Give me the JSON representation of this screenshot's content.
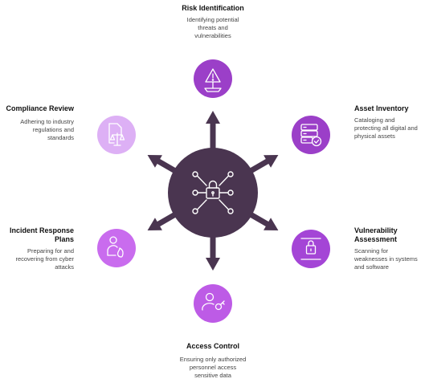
{
  "center": {
    "icon": "network-lock-icon"
  },
  "items": [
    {
      "key": "risk",
      "title": "Risk Identification",
      "desc": "Identifying potential threats and vulnerabilities",
      "icon": "warning-on-ship-icon",
      "color": "#9b3fc8"
    },
    {
      "key": "asset",
      "title": "Asset Inventory",
      "desc": "Cataloging and protecting all digital and physical assets",
      "icon": "server-check-icon",
      "color": "#9b3fc8"
    },
    {
      "key": "vuln",
      "title": "Vulnerability Assessment",
      "desc": "Scanning for weaknesses in systems and software",
      "icon": "scan-lock-icon",
      "color": "#a445d6"
    },
    {
      "key": "access",
      "title": "Access Control",
      "desc": "Ensuring only authorized personnel access sensitive data",
      "icon": "user-key-icon",
      "color": "#bd5be6"
    },
    {
      "key": "incident",
      "title": "Incident Response Plans",
      "desc": "Preparing for and recovering from cyber attacks",
      "icon": "person-fire-icon",
      "color": "#c96cee"
    },
    {
      "key": "compliance",
      "title": "Compliance Review",
      "desc": "Adhering to industry regulations and standards",
      "icon": "document-scales-icon",
      "color": "#ddb0f5"
    }
  ],
  "colors": {
    "hub": "#4a3550",
    "arrow": "#4a3550",
    "icon_stroke": "#ffffff"
  }
}
